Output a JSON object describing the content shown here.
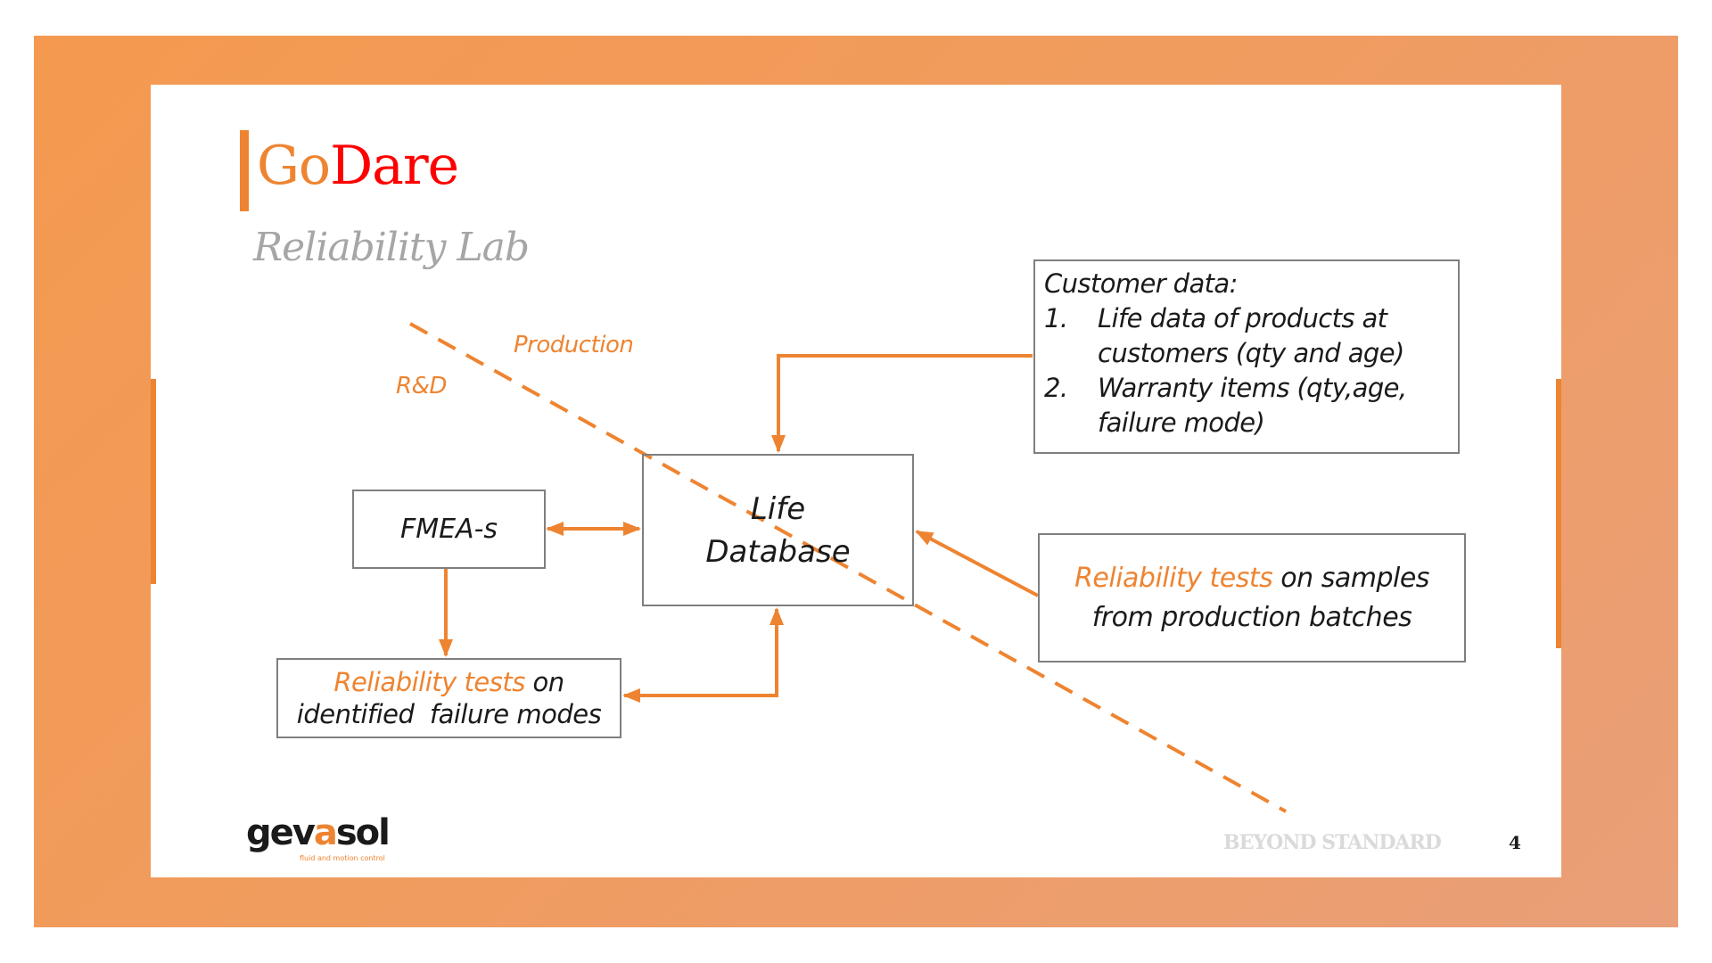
{
  "slide": {
    "title_part1": "Go",
    "title_part2": "Dare",
    "subtitle": "Reliability Lab",
    "footer_text": "BEYOND STANDARD",
    "page_number": "4"
  },
  "logo": {
    "part1": "gev",
    "accent": "a",
    "part2": "sol",
    "tagline": "fluid and motion control"
  },
  "diagram": {
    "region_labels": {
      "production": "Production",
      "rd": "R&D"
    },
    "customer_box": {
      "heading": "Customer data:",
      "items": [
        {
          "num": "1.",
          "line1": "Life data of products at",
          "line2": "customers (qty and age)"
        },
        {
          "num": "2.",
          "line1": "Warranty items (qty,age,",
          "line2": "failure mode)"
        }
      ]
    },
    "life_database": {
      "line1": "Life",
      "line2": "Database"
    },
    "fmea": {
      "label": "FMEA-s"
    },
    "reliability_tests_failure_modes": {
      "highlight": "Reliability tests",
      "rest_line1": " on",
      "line2": "identified  failure modes"
    },
    "reliability_tests_production": {
      "highlight": "Reliability tests",
      "rest_line1": " on samples",
      "line2": "from production batches"
    }
  },
  "colors": {
    "accent_orange": "#EE8431",
    "title_red": "#FF0000",
    "subtitle_gray": "#A6A6A6",
    "frame_orange": "#F4994F",
    "box_border": "#7F7F7F"
  }
}
